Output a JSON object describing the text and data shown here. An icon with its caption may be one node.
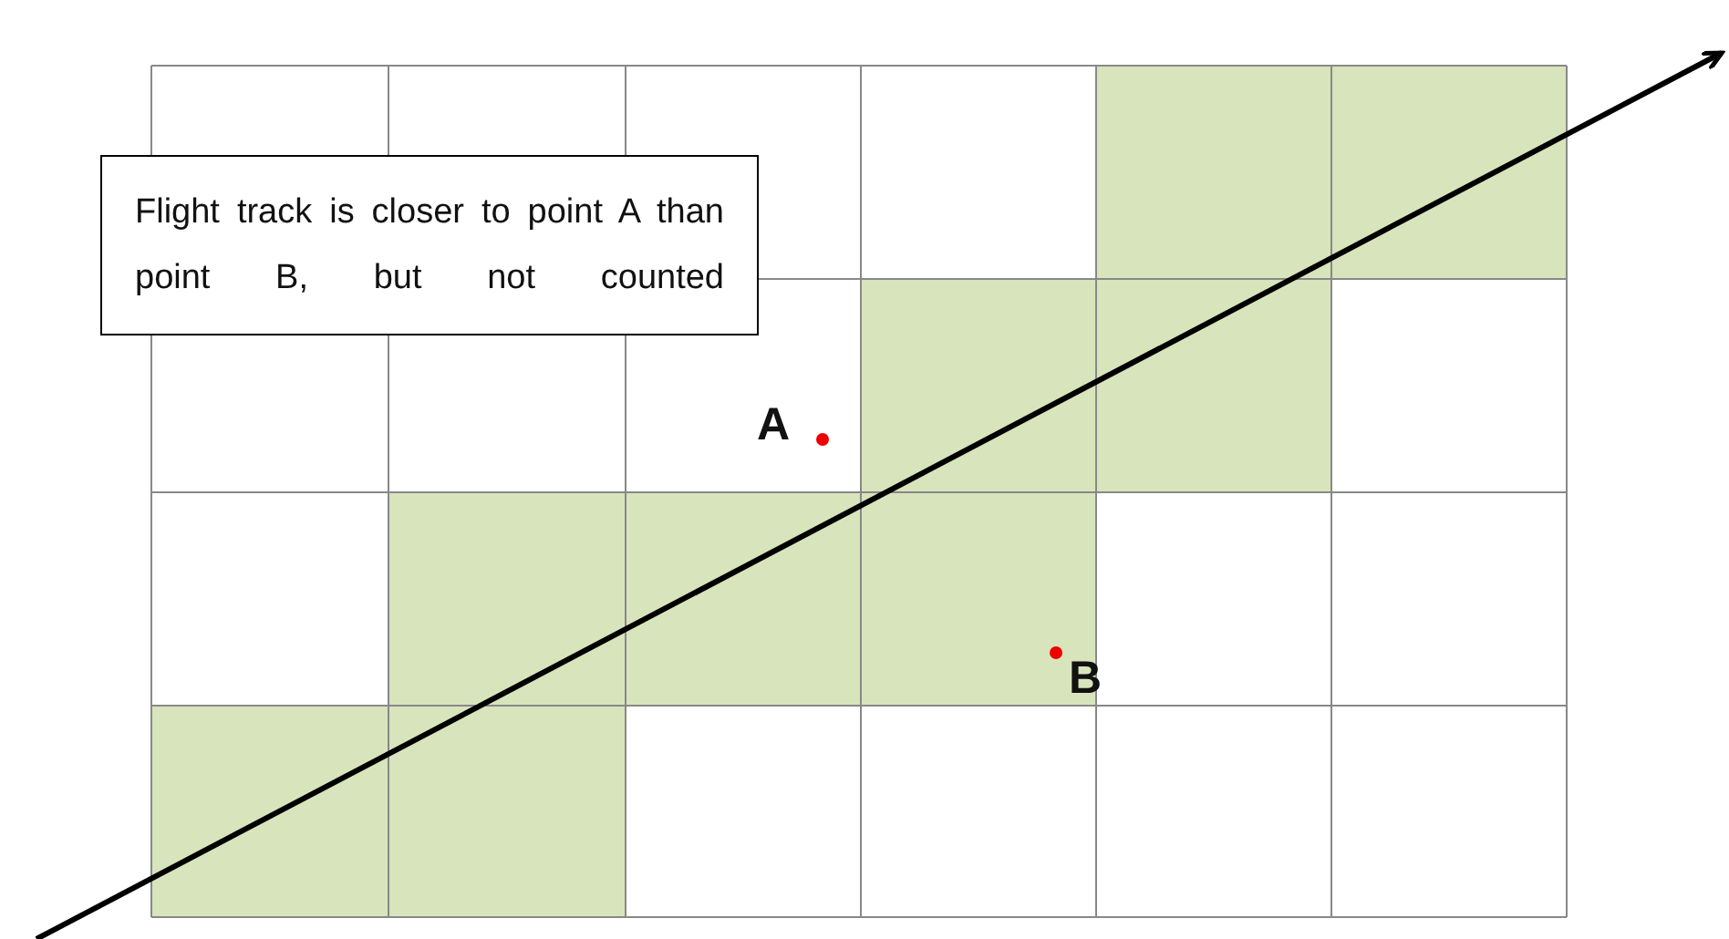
{
  "diagram": {
    "nodes": [
      {
        "text": [
          "Flight track is closer to point A than point B, but not counted"
        ]
      }
    ],
    "labels": [
      "A",
      "B"
    ]
  }
}
